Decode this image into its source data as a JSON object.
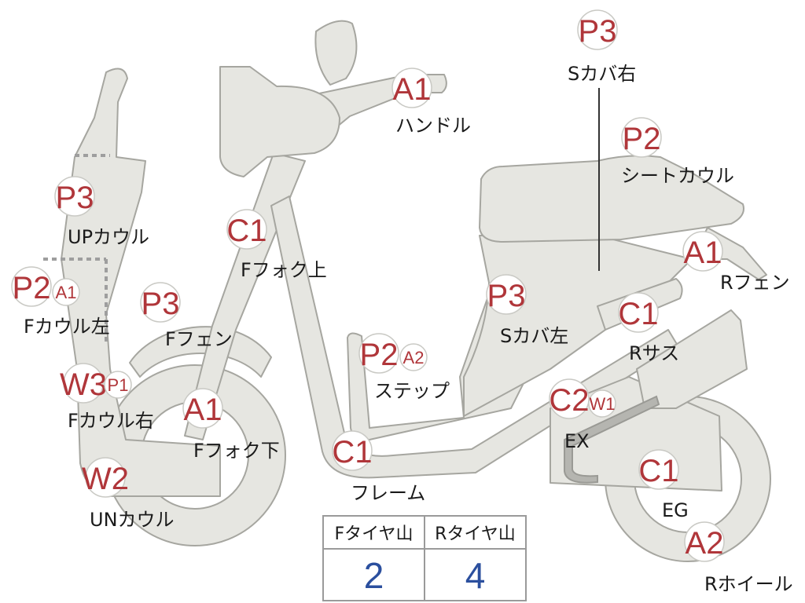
{
  "parts": [
    {
      "id": "handle",
      "grade": "A1",
      "label": "ハンドル"
    },
    {
      "id": "s-cover-right",
      "grade": "P3",
      "label": "Sカバ右"
    },
    {
      "id": "seat-cowl",
      "grade": "P2",
      "label": "シートカウル"
    },
    {
      "id": "up-cowl",
      "grade": "P3",
      "label": "UPカウル"
    },
    {
      "id": "f-fork-upper",
      "grade": "C1",
      "label": "Fフォク上"
    },
    {
      "id": "r-fender",
      "grade": "A1",
      "label": "Rフェン"
    },
    {
      "id": "f-cowl-left",
      "grade": "P2",
      "extra": "A1",
      "label": "Fカウル左"
    },
    {
      "id": "f-fender",
      "grade": "P3",
      "label": "Fフェン"
    },
    {
      "id": "s-cover-left",
      "grade": "P3",
      "label": "Sカバ左"
    },
    {
      "id": "r-suspension",
      "grade": "C1",
      "label": "Rサス"
    },
    {
      "id": "step",
      "grade": "P2",
      "extra": "A2",
      "label": "ステップ"
    },
    {
      "id": "f-cowl-right",
      "grade": "W3",
      "extra": "P1",
      "label": "Fカウル右"
    },
    {
      "id": "f-fork-lower",
      "grade": "A1",
      "label": "Fフォク下"
    },
    {
      "id": "exhaust",
      "grade": "C2",
      "extra": "W1",
      "label": "EX"
    },
    {
      "id": "frame",
      "grade": "C1",
      "label": "フレーム"
    },
    {
      "id": "engine",
      "grade": "C1",
      "label": "EG"
    },
    {
      "id": "un-cowl",
      "grade": "W2",
      "label": "UNカウル"
    },
    {
      "id": "r-wheel",
      "grade": "A2",
      "label": "Rホイール"
    }
  ],
  "tire_table": {
    "headers": [
      "Fタイヤ山",
      "Rタイヤ山"
    ],
    "values": [
      "2",
      "4"
    ]
  },
  "colors": {
    "body_fill": "#e6e6e1",
    "outline": "#a6a6a0",
    "grade_red": "#b0363a",
    "value_blue": "#2b4f9e"
  }
}
